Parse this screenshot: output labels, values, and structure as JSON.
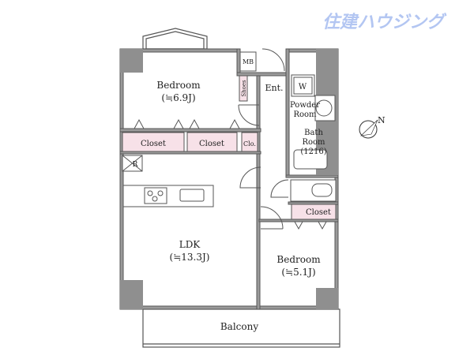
{
  "logo": "住建ハウジング",
  "compass": {
    "label": "N"
  },
  "rooms": {
    "bedroom1": {
      "name": "Bedroom",
      "size": "(≒6.9J)"
    },
    "bedroom2": {
      "name": "Bedroom",
      "size": "(≒5.1J)"
    },
    "ldk": {
      "name": "LDK",
      "size": "(≒13.3J)"
    },
    "balcony": "Balcony",
    "entrance": "Ent.",
    "mb": "MB",
    "shoes": "Shoes",
    "washer": "W",
    "powder_room": [
      "Powder",
      "Room"
    ],
    "bath_room": [
      "Bath",
      "Room",
      "(1216)"
    ],
    "closets": [
      "Closet",
      "Closet",
      "Clo.",
      "Closet"
    ],
    "fridge": "R"
  },
  "colors": {
    "closet": "#f7e1e8",
    "wall": "#8f8f8f",
    "logo": "#b3c6f2"
  }
}
